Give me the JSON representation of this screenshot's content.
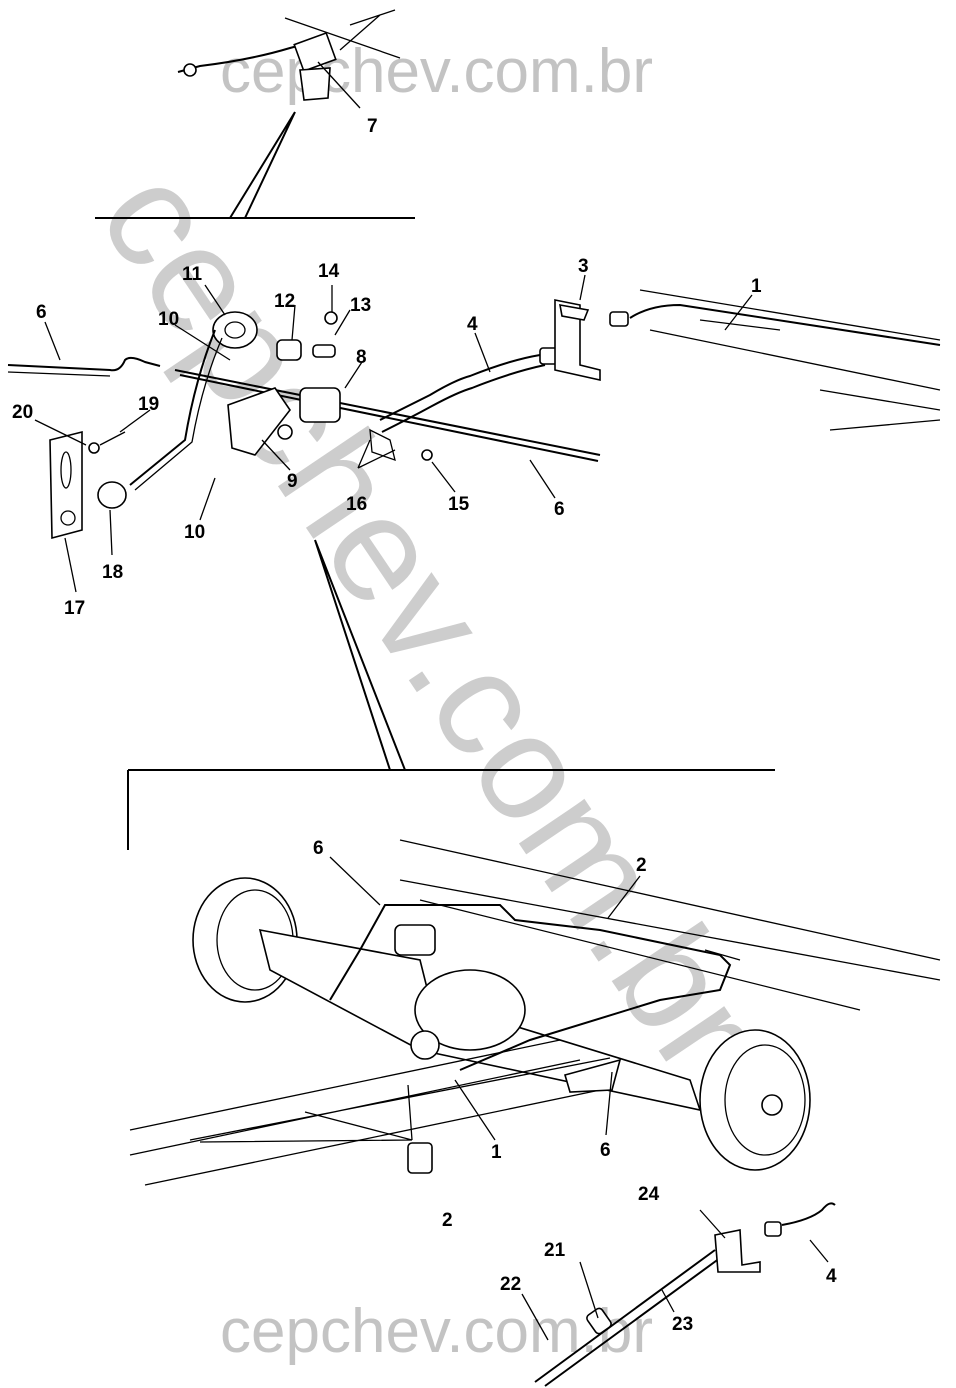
{
  "watermarks": {
    "top": "cepchev.com.br",
    "diagonal": "cepchev.com.br",
    "bottom": "cepchev.com.br"
  },
  "callouts": [
    "7",
    "11",
    "12",
    "14",
    "13",
    "10",
    "8",
    "6",
    "20",
    "19",
    "9",
    "10",
    "16",
    "15",
    "6",
    "18",
    "17",
    "3",
    "4",
    "1",
    "6",
    "2",
    "1",
    "6",
    "2",
    "24",
    "21",
    "22",
    "23",
    "4"
  ]
}
